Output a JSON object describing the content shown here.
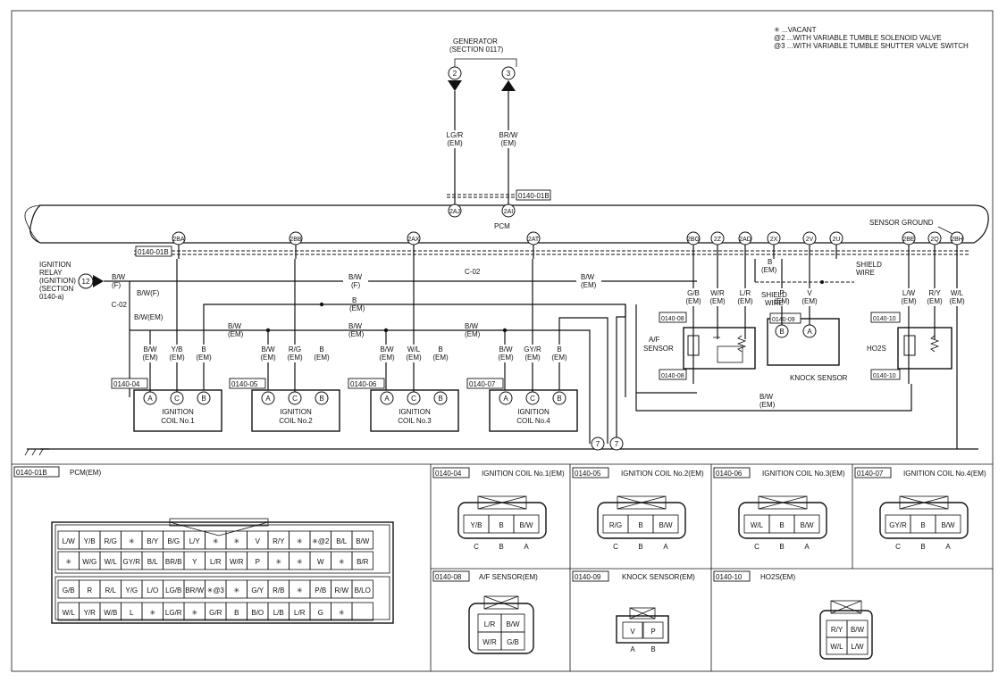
{
  "legend": {
    "vacant": "✳ ...VACANT",
    "tumble_solenoid": "@2 ...WITH VARIABLE TUMBLE SOLENOID VALVE",
    "tumble_shutter": "@3 ...WITH VARIABLE TUMBLE SHUTTER VALVE SWITCH"
  },
  "generator": {
    "title": "GENERATOR",
    "section": "(SECTION 0117)",
    "pin_left": "2",
    "pin_right": "3",
    "wire_left": "LG/R",
    "wire_left_em": "(EM)",
    "wire_right": "BR/W",
    "wire_right_em": "(EM)"
  },
  "pcm": {
    "label": "PCM",
    "ref": "0140-01B",
    "ref2": "0140-01B",
    "pin_top_left": "2AJ",
    "pin_top_right": "2AI",
    "sensor_ground": "SENSOR GROUND",
    "bottom_pins": [
      "2BA",
      "2BB",
      "2AX",
      "2AT",
      "2BG",
      "2Z",
      "2AD",
      "2X",
      "2V",
      "2U",
      "2BE",
      "2Q",
      "2BH"
    ]
  },
  "relay": {
    "l1": "IGNITION",
    "l2": "RELAY",
    "l3": "(IGNITION)",
    "l4": "(SECTION",
    "l5": "0140-a)",
    "pin": "12",
    "wire": "B/W",
    "wire_f": "(F)",
    "wire_bwf": "B/W(F)",
    "c02": "C-02",
    "wire_bwem": "B/W(EM)"
  },
  "mid_wires": {
    "bw": "B/W",
    "f": "(F)",
    "em": "(EM)",
    "b": "B",
    "c02": "C-02"
  },
  "coils": [
    {
      "ref": "0140-04",
      "name1": "IGNITION",
      "name2": "COIL No.1",
      "pins": [
        "A",
        "C",
        "B"
      ],
      "wires": [
        "B/W",
        "Y/B",
        "B"
      ]
    },
    {
      "ref": "0140-05",
      "name1": "IGNITION",
      "name2": "COIL No.2",
      "pins": [
        "A",
        "C",
        "B"
      ],
      "wires": [
        "B/W",
        "R/G",
        "B"
      ]
    },
    {
      "ref": "0140-06",
      "name1": "IGNITION",
      "name2": "COIL No.3",
      "pins": [
        "A",
        "C",
        "B"
      ],
      "wires": [
        "B/W",
        "W/L",
        "B"
      ]
    },
    {
      "ref": "0140-07",
      "name1": "IGNITION",
      "name2": "COIL No.4",
      "pins": [
        "A",
        "C",
        "B"
      ],
      "wires": [
        "B/W",
        "GY/R",
        "B"
      ]
    }
  ],
  "ground_pin": "7",
  "af_sensor": {
    "ref": "0140-08",
    "ref2": "0140-08",
    "label1": "A/F",
    "label2": "SENSOR",
    "wires": [
      "G/B",
      "W/R",
      "L/R"
    ]
  },
  "knock": {
    "ref": "0140-09",
    "label": "KNOCK SENSOR",
    "wires": [
      "P",
      "V"
    ],
    "pins": [
      "B",
      "A"
    ],
    "shield": "SHIELD",
    "wire_word": "WIRE",
    "bw_em": "B",
    "bw_em2": "(EM)"
  },
  "ho2s": {
    "ref": "0140-10",
    "ref2": "0140-10",
    "label": "HO2S",
    "wires": [
      "L/W",
      "R/Y",
      "W/L"
    ]
  },
  "bottom_bw": {
    "w": "B/W",
    "em": "(EM)"
  },
  "panels": {
    "pcm_title": "PCM(EM)",
    "pcm_ref": "0140-01B",
    "pcm_rows": [
      [
        "L/W",
        "Y/B",
        "R/G",
        "✳",
        "B/Y",
        "B/G",
        "L/Y",
        "✳",
        "✳",
        "V",
        "R/Y",
        "✳",
        "✳@2",
        "B/L",
        "B/W"
      ],
      [
        "✳",
        "W/G",
        "W/L",
        "GY/R",
        "B/L",
        "BR/B",
        "Y",
        "L/R",
        "W/R",
        "P",
        "✳",
        "✳",
        "W",
        "✳",
        "B/R"
      ],
      [
        "G/B",
        "R",
        "R/L",
        "Y/G",
        "L/O",
        "LG/B",
        "BR/W",
        "✳@3",
        "✳",
        "G/Y",
        "R/B",
        "✳",
        "P/B",
        "R/W",
        "B/LO"
      ],
      [
        "W/L",
        "Y/R",
        "W/B",
        "L",
        "✳",
        "LG/R",
        "✳",
        "G/R",
        "B",
        "B/O",
        "L/B",
        "L/R",
        "G",
        "✳",
        ""
      ]
    ],
    "coil1": {
      "ref": "0140-04",
      "title": "IGNITION COIL No.1(EM)",
      "cells": [
        "Y/B",
        "B",
        "B/W"
      ],
      "letters": [
        "C",
        "B",
        "A"
      ]
    },
    "coil2": {
      "ref": "0140-05",
      "title": "IGNITION COIL No.2(EM)",
      "cells": [
        "R/G",
        "B",
        "B/W"
      ],
      "letters": [
        "C",
        "B",
        "A"
      ]
    },
    "coil3": {
      "ref": "0140-06",
      "title": "IGNITION COIL No.3(EM)",
      "cells": [
        "W/L",
        "B",
        "B/W"
      ],
      "letters": [
        "C",
        "B",
        "A"
      ]
    },
    "coil4": {
      "ref": "0140-07",
      "title": "IGNITION COIL No.4(EM)",
      "cells": [
        "GY/R",
        "B",
        "B/W"
      ],
      "letters": [
        "C",
        "B",
        "A"
      ]
    },
    "af": {
      "ref": "0140-08",
      "title": "A/F SENSOR(EM)",
      "cells": [
        "L/R",
        "B/W",
        "W/R",
        "G/B"
      ]
    },
    "knock": {
      "ref": "0140-09",
      "title": "KNOCK SENSOR(EM)",
      "cells": [
        "V",
        "P"
      ],
      "letters": [
        "A",
        "B"
      ]
    },
    "ho2s": {
      "ref": "0140-10",
      "title": "HO2S(EM)",
      "cells": [
        "R/Y",
        "B/W",
        "W/L",
        "L/W"
      ]
    }
  }
}
